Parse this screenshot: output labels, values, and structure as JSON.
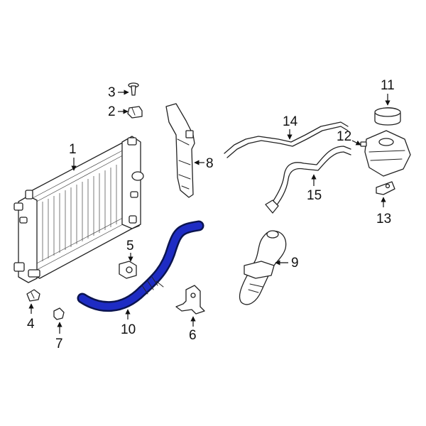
{
  "colors": {
    "highlight": "#1e2cc4",
    "line": "#222222",
    "background": "#ffffff"
  },
  "callouts": {
    "c1": "1",
    "c2": "2",
    "c3": "3",
    "c4": "4",
    "c5": "5",
    "c6": "6",
    "c7": "7",
    "c8": "8",
    "c9": "9",
    "c10": "10",
    "c11": "11",
    "c12": "12",
    "c13": "13",
    "c14": "14",
    "c15": "15"
  },
  "highlighted_part": "10"
}
